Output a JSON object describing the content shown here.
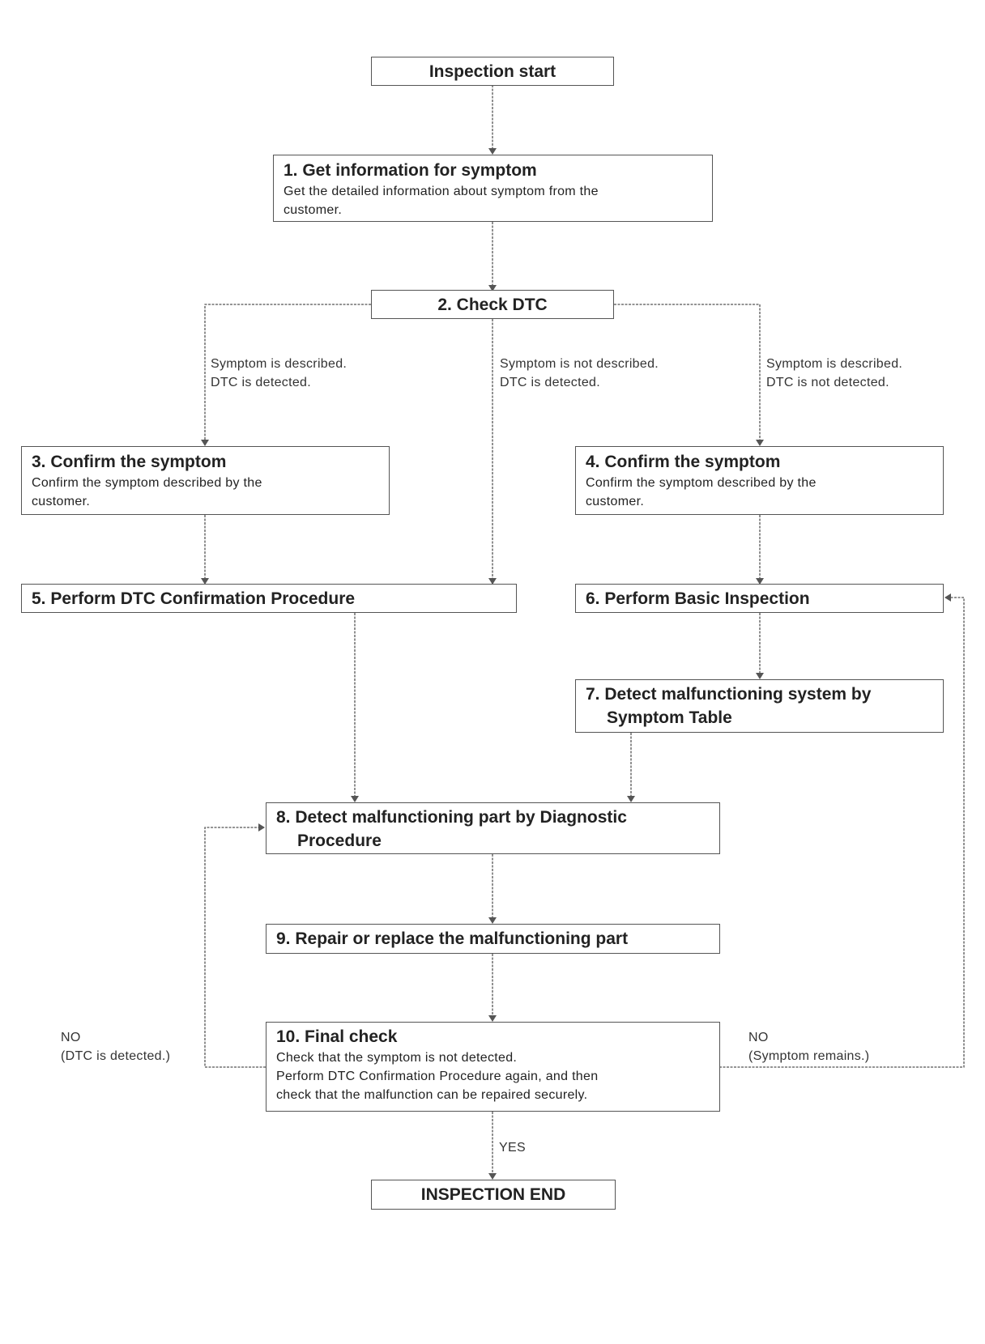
{
  "nodes": {
    "start": {
      "title": "Inspection start"
    },
    "step1": {
      "title": "1. Get information for symptom",
      "lines": [
        "Get the detailed information about symptom from the",
        "customer."
      ]
    },
    "step2": {
      "title": "2. Check DTC"
    },
    "step3": {
      "title": "3. Confirm the symptom",
      "lines": [
        "Confirm the symptom described by the",
        "customer."
      ]
    },
    "step4": {
      "title": "4. Confirm the symptom",
      "lines": [
        "Confirm the symptom described by the",
        "customer."
      ]
    },
    "step5": {
      "title": "5. Perform DTC Confirmation Procedure"
    },
    "step6": {
      "title": "6. Perform Basic Inspection"
    },
    "step7": {
      "title_lines": [
        "7. Detect malfunctioning system by",
        "Symptom Table"
      ]
    },
    "step8": {
      "title_lines": [
        "8. Detect malfunctioning part by Diagnostic",
        "Procedure"
      ]
    },
    "step9": {
      "title": "9. Repair or replace the malfunctioning part"
    },
    "step10": {
      "title": "10. Final check",
      "lines": [
        "Check that the symptom is not detected.",
        "Perform DTC Confirmation Procedure again, and then",
        "check that the malfunction can be repaired securely."
      ]
    },
    "end": {
      "title": "INSPECTION END"
    }
  },
  "branch_labels": {
    "left": [
      "Symptom is described.",
      "DTC is detected."
    ],
    "middle": [
      "Symptom is not described.",
      "DTC is detected."
    ],
    "right": [
      "Symptom is described.",
      "DTC is not detected."
    ],
    "no_left": [
      "NO",
      "(DTC is detected.)"
    ],
    "no_right": [
      "NO",
      "(Symptom remains.)"
    ],
    "yes": "YES"
  },
  "colors": {
    "line": "#555555",
    "text": "#222222"
  }
}
